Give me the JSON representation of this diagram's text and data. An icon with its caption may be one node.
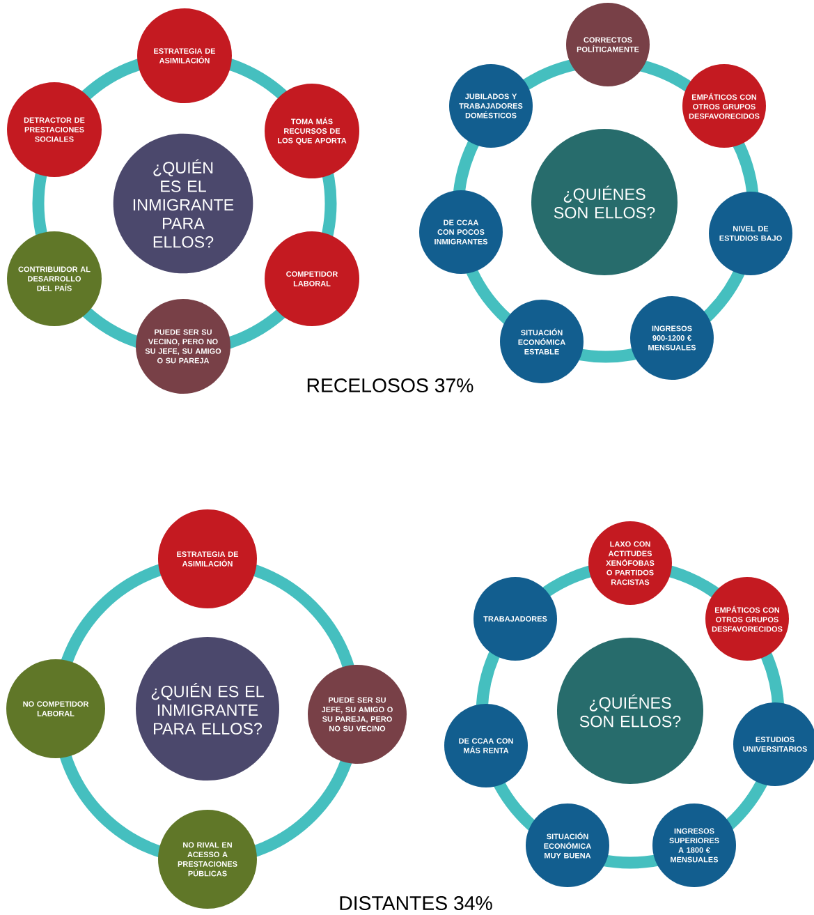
{
  "diagram": {
    "nodes": [
      {
        "text": [
          "¿QUIÉN ES EL INMIGRANTE PARA ELLOS?"
        ]
      },
      {
        "text": [
          "ESTRATEGIA DE ASIMILACIÓN"
        ]
      },
      {
        "text": [
          "TOMA MÁS RECURSOS DE LOS QUE APORTA"
        ]
      },
      {
        "text": [
          "COMPETIDOR LABORAL"
        ]
      },
      {
        "text": [
          "PUEDE SER SU VECINO, PERO NO SU JEFE, SU AMIGO O SU PAREJA"
        ]
      },
      {
        "text": [
          "CONTRIBUIDOR AL DESARROLLO DEL PAÍS"
        ]
      },
      {
        "text": [
          "DETRACTOR DE PRESTACIONES SOCIALES"
        ]
      },
      {
        "text": [
          "¿QUIÉNES SON ELLOS?"
        ]
      },
      {
        "text": [
          "CORRECTOS POLÍTICAMENTE"
        ]
      },
      {
        "text": [
          "EMPÁTICOS CON OTROS GRUPOS DESFAVORECIDOS"
        ]
      },
      {
        "text": [
          "NIVEL DE ESTUDIOS BAJO"
        ]
      },
      {
        "text": [
          "INGRESOS 900-1200 € MENSUALES"
        ]
      },
      {
        "text": [
          "SITUACIÓN ECONÓMICA ESTABLE"
        ]
      },
      {
        "text": [
          "DE CCAA CON POCOS INMIGRANTES"
        ]
      },
      {
        "text": [
          "JUBILADOS Y TRABAJADORES DOMÉSTICOS"
        ]
      },
      {
        "text": [
          "¿QUIÉN ES EL INMIGRANTE PARA ELLOS?"
        ]
      },
      {
        "text": [
          "ESTRATEGIA DE ASIMILACIÓN"
        ]
      },
      {
        "text": [
          "PUEDE SER SU JEFE, SU AMIGO O SU PAREJA, PERO NO SU VECINO"
        ]
      },
      {
        "text": [
          "NO RIVAL EN ACESSO A PRESTACIONES PÚBLICAS"
        ]
      },
      {
        "text": [
          "NO COMPETIDOR LABORAL"
        ]
      },
      {
        "text": [
          "¿QUIÉNES SON ELLOS?"
        ]
      },
      {
        "text": [
          "LAXO CON ACTITUDES XENÓFOBAS O PARTIDOS RACISTAS"
        ]
      },
      {
        "text": [
          "EMPÁTICOS CON OTROS GRUPOS DESFAVORECIDOS"
        ]
      },
      {
        "text": [
          "ESTUDIOS UNIVERSITARIOS"
        ]
      },
      {
        "text": [
          "INGRESOS SUPERIORES A 1800 € MENSUALES"
        ]
      },
      {
        "text": [
          "SITUACIÓN ECONÓMICA MUY BUENA"
        ]
      },
      {
        "text": [
          "DE CCAA CON MÁS RENTA"
        ]
      },
      {
        "text": [
          "TRABAJADORES"
        ]
      }
    ],
    "edges": [],
    "labels": [
      "RECELOSOS 37%",
      "DISTANTES 34%"
    ]
  }
}
